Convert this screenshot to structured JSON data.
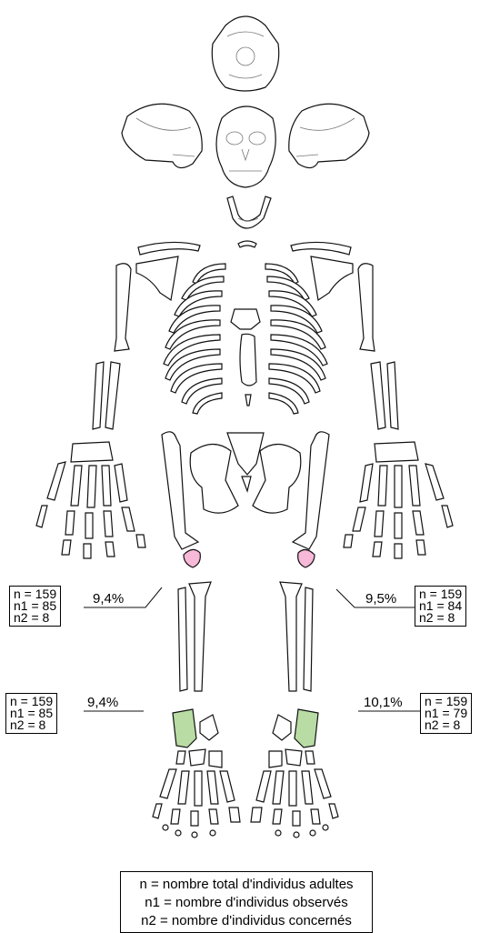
{
  "colors": {
    "patella_highlight": "#f8b8d8",
    "navicular_highlight": "#b8dca4",
    "line": "#111111"
  },
  "annotations": {
    "knee_left": {
      "percent": "9,4%",
      "n": "n = 159",
      "n1": "n1 = 85",
      "n2": "n2 = 8"
    },
    "knee_right": {
      "percent": "9,5%",
      "n": "n = 159",
      "n1": "n1 = 84",
      "n2": "n2 = 8"
    },
    "foot_left": {
      "percent": "9,4%",
      "n": "n = 159",
      "n1": "n1 = 85",
      "n2": "n2 = 8"
    },
    "foot_right": {
      "percent": "10,1%",
      "n": "n = 159",
      "n1": "n1 = 79",
      "n2": "n2 = 8"
    }
  },
  "legend": {
    "line1": "n = nombre total d'individus adultes",
    "line2": "n1 = nombre d'individus observés",
    "line3": "n2 = nombre d'individus concernés"
  }
}
